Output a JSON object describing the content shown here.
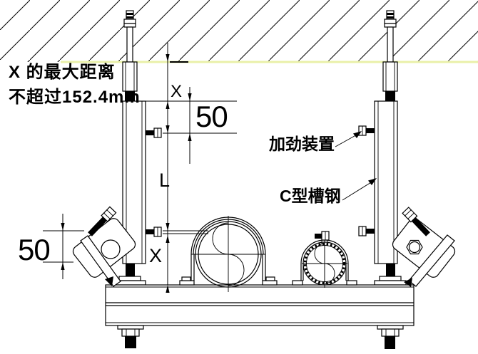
{
  "drawing": {
    "notes": {
      "max_distance_line1": "X 的最大距离",
      "max_distance_line2": "不超过152.4mm"
    },
    "labels": {
      "stiffener": "加劲装置",
      "channel": "C型槽钢"
    },
    "dimensions": {
      "top_gap": "X",
      "upper_offset": "50",
      "channel_length": "L",
      "lower_gap": "X",
      "clamp_height": "50"
    },
    "colors": {
      "line": "#000000",
      "ceiling_highlight": "#e9f0a8",
      "background": "#ffffff",
      "text": "#000000"
    }
  }
}
